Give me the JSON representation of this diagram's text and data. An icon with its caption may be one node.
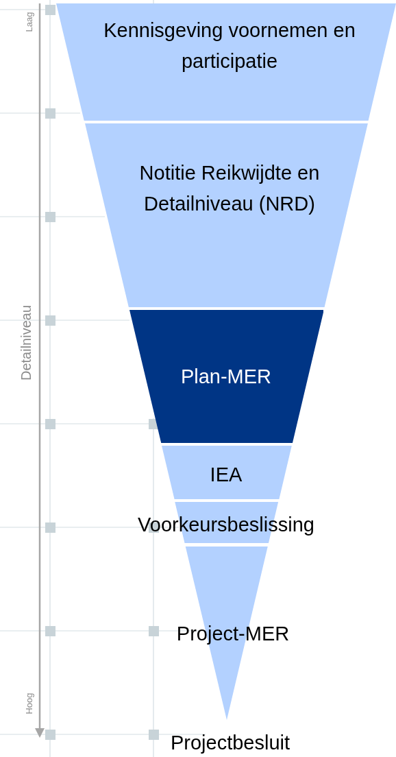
{
  "diagram": {
    "nodes": [
      {
        "text": [
          "Kennisgeving voornemen en participatie"
        ]
      },
      {
        "text": [
          "Notitie Reikwijdte en Detailniveau (NRD)"
        ]
      },
      {
        "text": [
          "Plan-MER"
        ]
      },
      {
        "text": [
          "IEA"
        ]
      },
      {
        "text": [
          "Voorkeursbeslissing"
        ]
      },
      {
        "text": [
          "Project-MER"
        ]
      }
    ],
    "labels": [
      "Laag",
      "Detailniveau",
      "Hoog",
      "Projectbesluit"
    ]
  }
}
